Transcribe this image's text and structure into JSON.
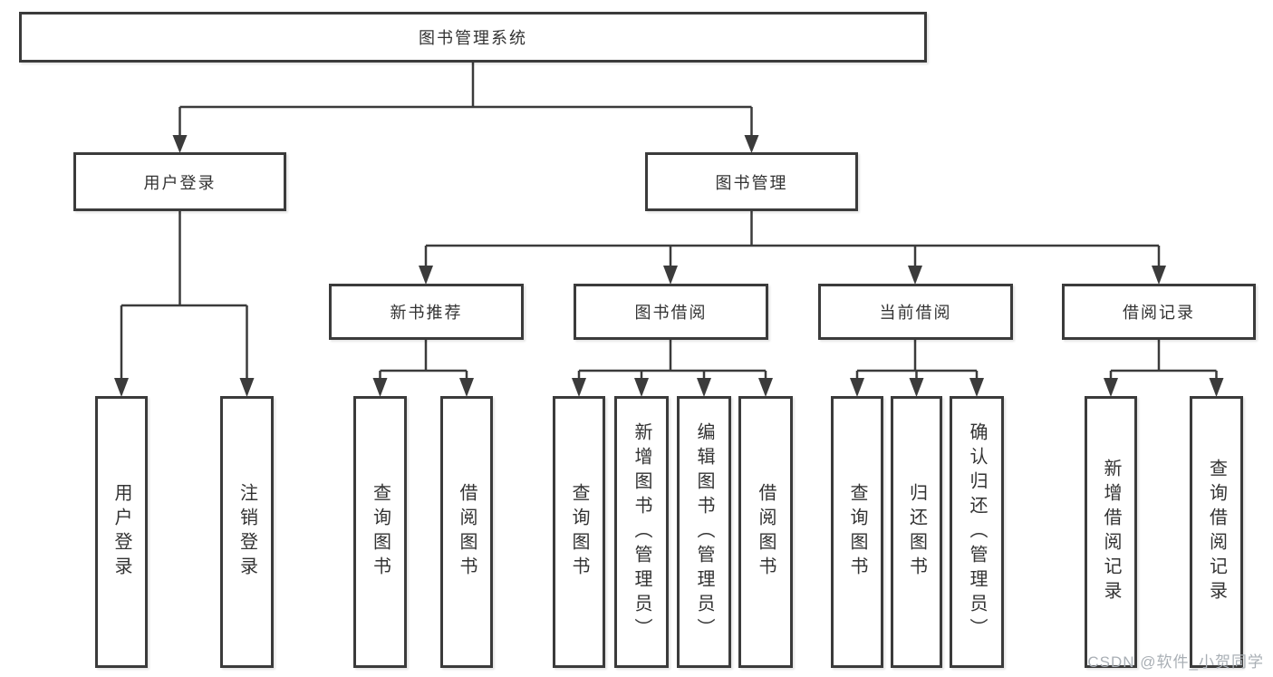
{
  "diagram": {
    "tree": {
      "label": "图书管理系统",
      "children": [
        {
          "label": "用户登录",
          "children": [
            {
              "label": "用户登录"
            },
            {
              "label": "注销登录"
            }
          ]
        },
        {
          "label": "图书管理",
          "children": [
            {
              "label": "新书推荐",
              "children": [
                {
                  "label": "查询图书"
                },
                {
                  "label": "借阅图书"
                }
              ]
            },
            {
              "label": "图书借阅",
              "children": [
                {
                  "label": "查询图书"
                },
                {
                  "label": "新增图书（管理员）"
                },
                {
                  "label": "编辑图书（管理员）"
                },
                {
                  "label": "借阅图书"
                }
              ]
            },
            {
              "label": "当前借阅",
              "children": [
                {
                  "label": "查询图书"
                },
                {
                  "label": "归还图书"
                },
                {
                  "label": "确认归还（管理员）"
                }
              ]
            },
            {
              "label": "借阅记录",
              "children": [
                {
                  "label": "新增借阅记录"
                },
                {
                  "label": "查询借阅记录"
                }
              ]
            }
          ]
        }
      ]
    },
    "colors": {
      "line": "#3b3b3b",
      "text": "#333333",
      "node_background": "#ffffff",
      "watermark": "#a9afb5"
    },
    "watermark": "CSDN @软件_小贺同学"
  }
}
